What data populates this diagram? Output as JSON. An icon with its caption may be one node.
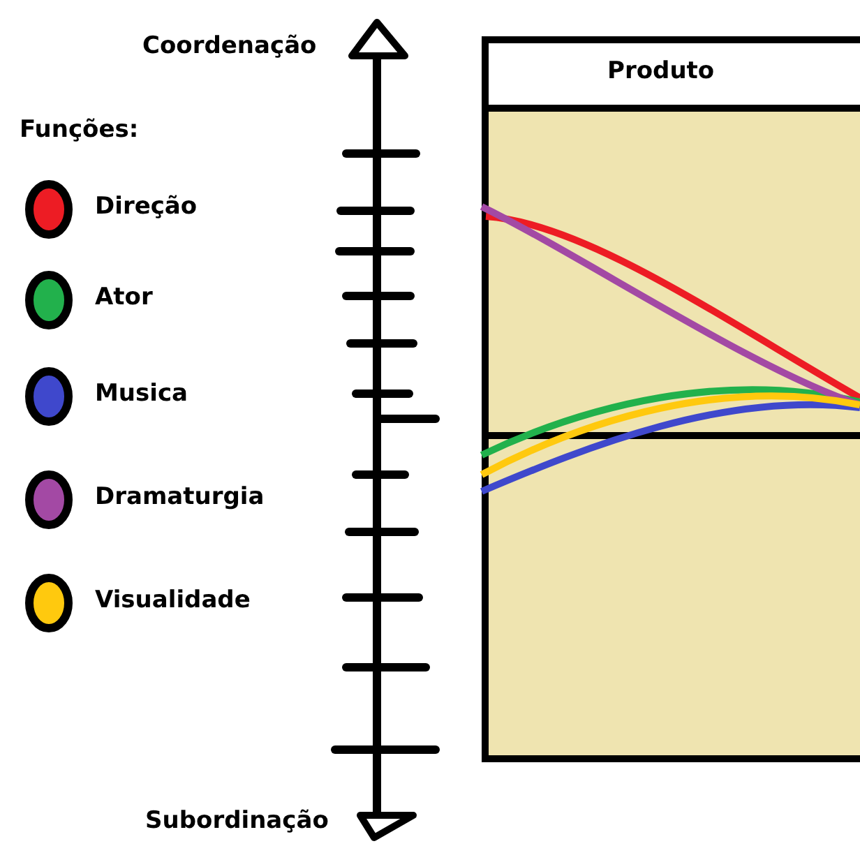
{
  "diagram": {
    "nodes": [
      {
        "text": [
          "Produto"
        ]
      }
    ],
    "labels": [
      "Coordenação",
      "Funções:",
      "Subordinação"
    ],
    "legend": [
      {
        "text": "Direção",
        "color": "#ed1c24"
      },
      {
        "text": "Ator",
        "color": "#22b14c"
      },
      {
        "text": "Musica",
        "color": "#3f48cc"
      },
      {
        "text": "Dramaturgia",
        "color": "#a349a4"
      },
      {
        "text": "Visualidade",
        "color": "#ffc90e"
      }
    ]
  }
}
